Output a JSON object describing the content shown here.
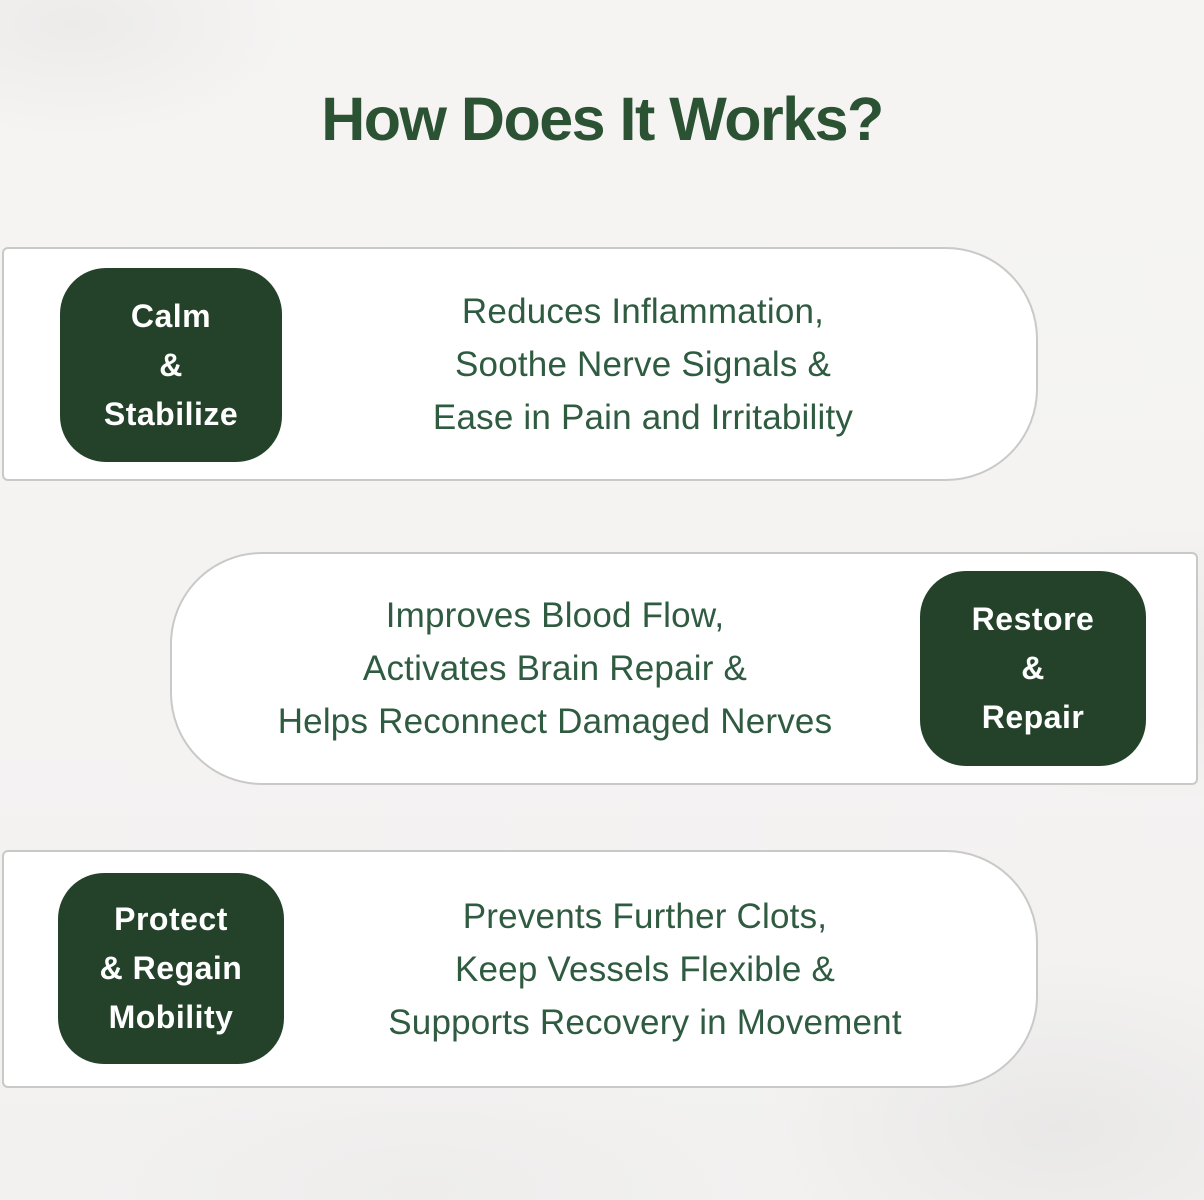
{
  "page": {
    "title": "How Does It Works?"
  },
  "colors": {
    "title_green": "#2a5233",
    "badge_background": "#24422a",
    "badge_text": "#ffffff",
    "body_text_green": "#2f5b41",
    "card_background": "#ffffff",
    "card_border": "#c9c9c8",
    "page_background": "#f4f3f2"
  },
  "cards": [
    {
      "badge_side": "left",
      "badge_lines": [
        "Calm",
        "&",
        "Stabilize"
      ],
      "text_lines": [
        "Reduces Inflammation,",
        "Soothe Nerve Signals &",
        "Ease in Pain and Irritability"
      ]
    },
    {
      "badge_side": "right",
      "badge_lines": [
        "Restore",
        "&",
        "Repair"
      ],
      "text_lines": [
        "Improves Blood Flow,",
        "Activates Brain Repair &",
        "Helps Reconnect Damaged Nerves"
      ]
    },
    {
      "badge_side": "left",
      "badge_lines": [
        "Protect",
        "& Regain",
        "Mobility"
      ],
      "text_lines": [
        "Prevents Further Clots,",
        "Keep Vessels Flexible &",
        "Supports Recovery in Movement"
      ]
    }
  ]
}
